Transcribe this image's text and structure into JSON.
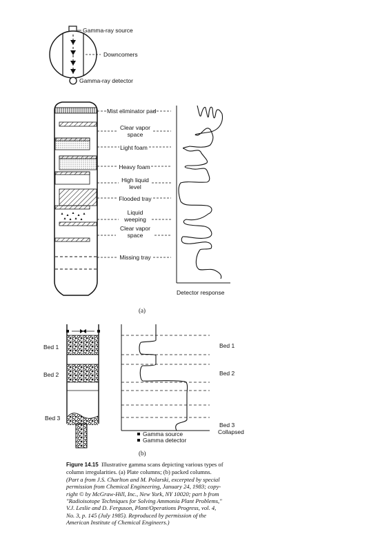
{
  "diagram_a": {
    "top_labels": {
      "source": "Gamma-ray source",
      "downcomers": "Downcomers",
      "detector": "Gamma-ray detector"
    },
    "column_labels": [
      [
        "Mist eliminator pad"
      ],
      [
        "Clear vapor",
        "space"
      ],
      [
        "Light foam"
      ],
      [
        "Heavy foam"
      ],
      [
        "High liquid",
        "level"
      ],
      [
        "Flooded tray"
      ],
      [
        "Liquid",
        "weeping"
      ],
      [
        "Clear vapor",
        "space"
      ],
      [
        "Missing tray"
      ]
    ],
    "axis_label": "Detector response",
    "sublabel": "(a)"
  },
  "diagram_b": {
    "bed_labels_left": [
      "Bed 1",
      "Bed 2",
      "Bed 3"
    ],
    "bed_labels_right": [
      "Bed 1",
      "Bed 2",
      "Bed 3",
      "Collapsed"
    ],
    "legend": [
      "Gamma source",
      "Gamma detector"
    ],
    "sublabel": "(b)"
  },
  "caption": {
    "figure_number": "Figure 14.15",
    "line1": "Illustrative gamma scans depicting various types of",
    "line2": "column irregularities. (a) Plate columns; (b) packed columns.",
    "line3": "(Part a from J.S. Charlton and M. Polarski, excerpted by special",
    "line4": "permission from Chemical Engineering, January 24, 1983; copy-",
    "line5": "right © by McGraw-Hill, Inc., New York, NY 10020; part b from",
    "line6": "\"Radioisotope Techniques for Solving Ammonia Plant Problems,\"",
    "line7": "V.J. Leslie and D. Ferguson, Plant/Operations Progress, vol. 4,",
    "line8": "No. 3, p. 145 (July 1985). Reproduced by permission of the",
    "line9": "American Institute of Chemical Engineers.)"
  }
}
